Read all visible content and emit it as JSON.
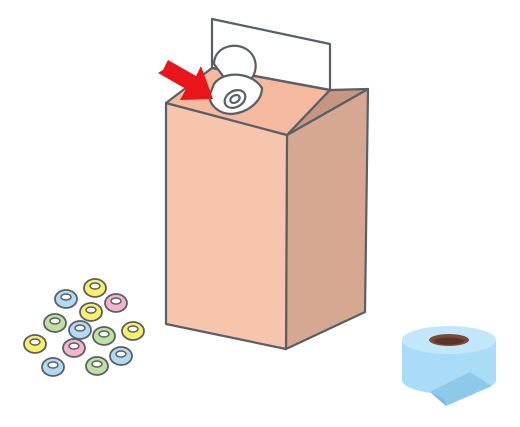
{
  "colors": {
    "outline": "#5a5f66",
    "carton_front": "#f7c5ab",
    "carton_side": "#d7a891",
    "carton_top": "#f4b99e",
    "carton_top_shade": "#c69682",
    "cap_ring": "#ffffff",
    "arrow": "#e8151b",
    "tape": "#a9ddf7",
    "tape_shade": "#8cc9ea",
    "tape_core": "#7b4a3a",
    "bead_blue": "#b3daf3",
    "bead_yellow": "#f8ef6a",
    "bead_pink": "#f4b3cf",
    "bead_green": "#bfe1a2"
  },
  "objects": {
    "carton": "milk-carton-with-pull-tab",
    "arrow": "red-pointer-arrow",
    "tape": "masking-tape-roll",
    "beads": "plastic-beads-pile"
  }
}
